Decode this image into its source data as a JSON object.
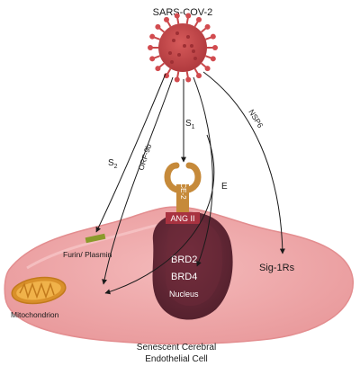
{
  "title": "SARS-COV-2",
  "paths": {
    "s2": {
      "label": "S",
      "sub": "2"
    },
    "orf": {
      "label": "ORF-9b"
    },
    "s1": {
      "label": "S",
      "sub": "1"
    },
    "e": {
      "label": "E"
    },
    "nsp6": {
      "label": "NSP6"
    }
  },
  "receptor": {
    "label": "ACE-2",
    "ang": "ANG II"
  },
  "targets": {
    "furin": "Furin/ Plasmin",
    "mitochondrion": "Mitochondrion",
    "sig1r": "Sig-1Rs"
  },
  "nucleus": {
    "brd2": "BRD2",
    "brd4": "BRD4",
    "label": "Nucleus"
  },
  "cell": {
    "line1": "Senescent Cerebral",
    "line2": "Endothelial Cell"
  },
  "colors": {
    "virus": "#c8484a",
    "virus_core": "#b53a3f",
    "cell": "#f0a7a8",
    "cell_edge": "#e38d8f",
    "nucleus": "#6b2a38",
    "nucleus_dark": "#4e1f2b",
    "receptor": "#c68a3a",
    "ang": "#a83240",
    "mito": "#d9902a",
    "furin": "#8a9a2a",
    "arrow": "#1a1a1a"
  }
}
